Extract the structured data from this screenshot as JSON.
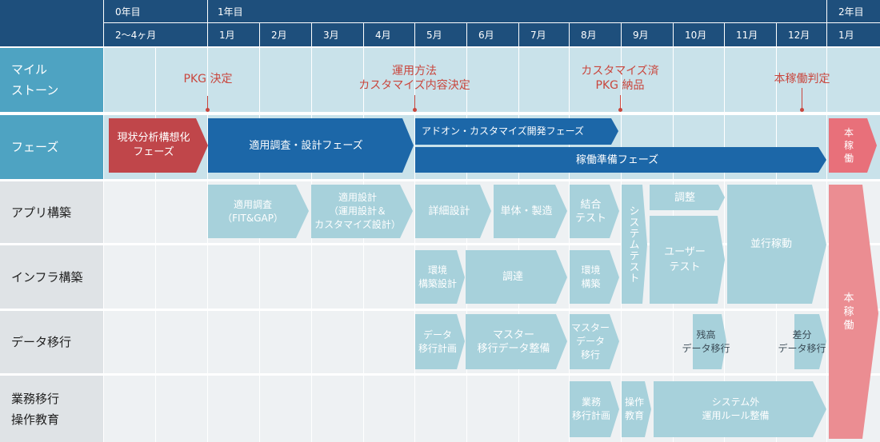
{
  "timeline": {
    "year_groups": [
      "0年目",
      "1年目",
      "2年目"
    ],
    "months": [
      "2～4ヶ月",
      "1月",
      "2月",
      "3月",
      "4月",
      "5月",
      "6月",
      "7月",
      "8月",
      "9月",
      "10月",
      "11月",
      "12月",
      "1月"
    ]
  },
  "rows": {
    "milestone": "マイル\nストーン",
    "phase": "フェーズ",
    "app": "アプリ構築",
    "infra": "インフラ構築",
    "data": "データ移行",
    "ops": "業務移行\n操作教育"
  },
  "milestones": [
    {
      "label": "PKG 決定"
    },
    {
      "label": "運用方法\nカスタマイズ内容決定"
    },
    {
      "label": "カスタマイズ済\nPKG 納品"
    },
    {
      "label": "本稼働判定"
    }
  ],
  "phases": {
    "current": "現状分析構想化\nフェーズ",
    "design": "適用調査・設計フェーズ",
    "addon": "アドオン・カスタマイズ開発フェーズ",
    "prep": "稼働準備フェーズ",
    "golive": "本\n稼\n働"
  },
  "app_tasks": {
    "survey": "適用調査\n（FIT&GAP）",
    "design": "適用設計\n（運用設計＆\nカスタマイズ設計）",
    "detail": "詳細設計",
    "unit": "単体・製造",
    "integration": "結合\nテスト",
    "system_test": "システムテスト",
    "adjust": "調整",
    "user_test": "ユーザー\nテスト",
    "parallel": "並行稼動"
  },
  "infra_tasks": {
    "env_design": "環境\n構築設計",
    "procure": "調達",
    "env_build": "環境\n構築"
  },
  "data_tasks": {
    "plan": "データ\n移行計画",
    "master": "マスター\n移行データ整備",
    "master_migrate": "マスター\nデータ\n移行",
    "balance": "残高\nデータ移行",
    "diff": "差分\nデータ移行"
  },
  "ops_tasks": {
    "plan": "業務\n移行計画",
    "training": "操作\n教育",
    "rules": "システム外\n運用ルール整備"
  },
  "golive_big": "本\n稼\n働",
  "colors": {
    "header": "#1e4f7c",
    "teal_label": "#4ea3c2",
    "grey_label": "#dfe3e6",
    "cell_teal_bg": "#c9e2ea",
    "cell_grey_bg": "#eef1f3",
    "task": "#a7d1db",
    "phase_blue": "#1c67a8",
    "phase_red": "#c0464a",
    "golive_red": "#e8707a",
    "golive_pink": "#eb8d92",
    "milestone_red": "#c9463d"
  }
}
